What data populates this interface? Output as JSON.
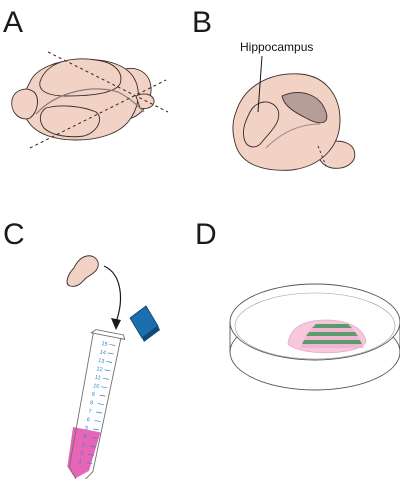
{
  "panels": {
    "a": {
      "label": "A"
    },
    "b": {
      "label": "B",
      "annotation": "Hippocampus"
    },
    "c": {
      "label": "C",
      "tube_marks": [
        "15",
        "14",
        "13",
        "12",
        "11",
        "10",
        "9",
        "8",
        "7",
        "6",
        "5",
        "4",
        "3",
        "2",
        "1"
      ]
    },
    "d": {
      "label": "D"
    }
  },
  "colors": {
    "tissue_fill": "#f3d2c6",
    "tissue_stroke": "#3a2b28",
    "cavity_fill": "#b59e9a",
    "media_pink": "#e765b7",
    "tube_marks": "#2a86c7",
    "blade_blue": "#1b6fae",
    "stripe_green": "#5c9b6a",
    "stripe_pink": "#f2b3d4",
    "dish_gel": "#f7c8dc"
  }
}
